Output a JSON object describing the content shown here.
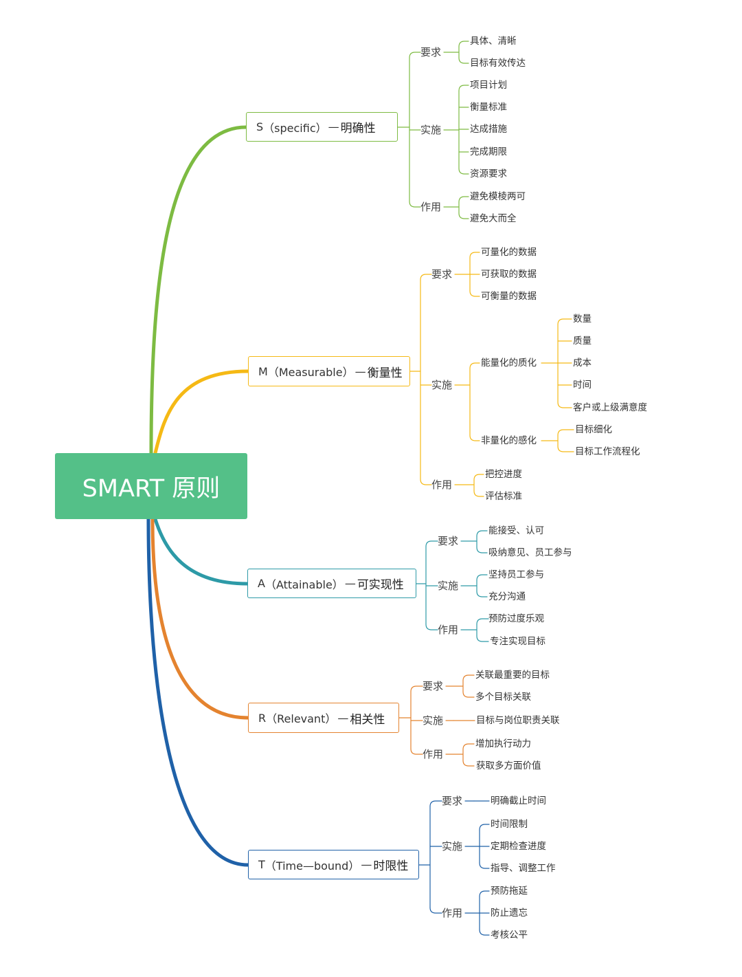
{
  "root": {
    "label": "SMART 原则"
  },
  "colors": {
    "S": "#7dbb42",
    "M": "#f5b915",
    "A": "#2d9aa7",
    "R": "#e4832f",
    "T": "#1f61a8",
    "root": "#54c088"
  },
  "branches": [
    {
      "key": "S",
      "letter": "S",
      "english": "（specific）",
      "dash": "—",
      "chinese": "明确性",
      "categories": [
        {
          "label": "要求",
          "items": [
            {
              "label": "具体、清晰"
            },
            {
              "label": "目标有效传达"
            }
          ]
        },
        {
          "label": "实施",
          "items": [
            {
              "label": "项目计划"
            },
            {
              "label": "衡量标准"
            },
            {
              "label": "达成措施"
            },
            {
              "label": "完成期限"
            },
            {
              "label": "资源要求"
            }
          ]
        },
        {
          "label": "作用",
          "items": [
            {
              "label": "避免模棱两可"
            },
            {
              "label": "避免大而全"
            }
          ]
        }
      ]
    },
    {
      "key": "M",
      "letter": "M",
      "english": "（Measurable）",
      "dash": "—",
      "chinese": "衡量性",
      "categories": [
        {
          "label": "要求",
          "items": [
            {
              "label": "可量化的数据"
            },
            {
              "label": "可获取的数据"
            },
            {
              "label": "可衡量的数据"
            }
          ]
        },
        {
          "label": "实施",
          "items": [
            {
              "label": "能量化的质化",
              "items": [
                {
                  "label": "数量"
                },
                {
                  "label": "质量"
                },
                {
                  "label": "成本"
                },
                {
                  "label": "时间"
                },
                {
                  "label": "客户或上级满意度"
                }
              ]
            },
            {
              "label": "非量化的感化",
              "items": [
                {
                  "label": "目标细化"
                },
                {
                  "label": "目标工作流程化"
                }
              ]
            }
          ]
        },
        {
          "label": "作用",
          "items": [
            {
              "label": "把控进度"
            },
            {
              "label": "评估标准"
            }
          ]
        }
      ]
    },
    {
      "key": "A",
      "letter": "A",
      "english": "（Attainable）",
      "dash": "—",
      "chinese": "可实现性",
      "categories": [
        {
          "label": "要求",
          "items": [
            {
              "label": "能接受、认可"
            },
            {
              "label": "吸纳意见、员工参与"
            }
          ]
        },
        {
          "label": "实施",
          "items": [
            {
              "label": "坚持员工参与"
            },
            {
              "label": "充分沟通"
            }
          ]
        },
        {
          "label": "作用",
          "items": [
            {
              "label": "预防过度乐观"
            },
            {
              "label": "专注实现目标"
            }
          ]
        }
      ]
    },
    {
      "key": "R",
      "letter": "R",
      "english": "（Relevant）",
      "dash": "—",
      "chinese": "相关性",
      "categories": [
        {
          "label": "要求",
          "items": [
            {
              "label": "关联最重要的目标"
            },
            {
              "label": "多个目标关联"
            }
          ]
        },
        {
          "label": "实施",
          "items": [
            {
              "label": "目标与岗位职责关联"
            }
          ]
        },
        {
          "label": "作用",
          "items": [
            {
              "label": "增加执行动力"
            },
            {
              "label": "获取多方面价值"
            }
          ]
        }
      ]
    },
    {
      "key": "T",
      "letter": "T",
      "english": "（Time—bound）",
      "dash": "—",
      "chinese": "时限性",
      "categories": [
        {
          "label": "要求",
          "items": [
            {
              "label": "明确截止时间"
            }
          ]
        },
        {
          "label": "实施",
          "items": [
            {
              "label": "时间限制"
            },
            {
              "label": "定期检查进度"
            },
            {
              "label": "指导、调整工作"
            }
          ]
        },
        {
          "label": "作用",
          "items": [
            {
              "label": "预防拖延"
            },
            {
              "label": "防止遗忘"
            },
            {
              "label": "考核公平"
            }
          ]
        }
      ]
    }
  ]
}
